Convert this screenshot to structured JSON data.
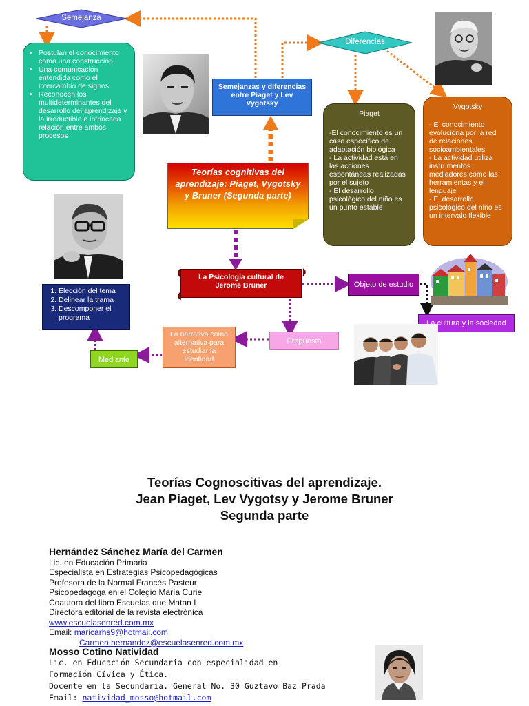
{
  "diagram": {
    "semejanza": "Semejanza",
    "diferencias": "Diferencias",
    "semejanzas_box": [
      "Postulan el conocimiento como una construcción.",
      "Una comunicación entendida como el intercambio de signos.",
      "Reconocen los multideterminantes del desarrollo del aprendizaje y la irreductible e intrincada relación entre ambos procesos"
    ],
    "semejanzas_diferencias": "Semejanzas y diferencias entre Piaget y Lev Vygotsky",
    "piaget_title": "Piaget",
    "piaget_text": "-El conocimiento es un caso específico de adaptación biológica\n- La actividad está en las acciones espontáneas realizadas por el sujeto\n- El desarrollo psicológico del niño es un punto estable",
    "vygotsky_title": "Vygotsky",
    "vygotsky_text": "- El conocimiento evoluciona por la red de relaciones socioambientales\n- La actividad utiliza instrumentos mediadores como las herramientas y el lenguaje\n- El desarrollo psicológico del niño es un intervalo flexible",
    "teorias": "Teorías cognitivas del aprendizaje: Piaget, Vygotsky y Bruner (Segunda parte)",
    "bruner": "La Psicología cultural de Jerome Bruner",
    "objeto": "Objeto de estudio",
    "cultura": "La cultura y la sociedad",
    "propuesta": "Propuesta",
    "narrativa": "La narrativa como alternativa para estudiar la identidad",
    "mediante": "Mediante",
    "list_items": [
      "Elección del tema",
      "Delinear la trama",
      "Descomponer el programa"
    ]
  },
  "document": {
    "title_lines": [
      "Teorías Cognoscitivas del aprendizaje.",
      "Jean Piaget, Lev Vygotsy y Jerome Bruner",
      "Segunda parte"
    ],
    "author1": {
      "name": "Hernández Sánchez María del Carmen",
      "lines": [
        "Lic. en Educación Primaria",
        "Especialista en Estrategias Psicopedagógicas",
        "Profesora de la Normal Francés Pasteur",
        "Psicopedagoga en el Colegio María Curie",
        "Coautora del libro Escuelas que Matan I",
        "Directora editorial de la revista electrónica"
      ],
      "website": "www.escuelasenred.com.mx",
      "email_label": "Email: ",
      "email1": "maricarhs9@hotmail.com",
      "email2": "Carmen.hernandez@escuelasenred.com.mx"
    },
    "author2": {
      "name": "Mosso Cotino Natividad",
      "lines": [
        "Lic. en Educación Secundaria con especialidad en",
        "Formación Cívica y Ética.",
        "Docente en la Secundaria. General No. 30 Guztavo Baz Prada"
      ],
      "email_label": "Email: ",
      "email": "natividad_mosso@hotmail.com"
    }
  },
  "colors": {
    "arrow_orange": "#f07a1a",
    "arrow_purple": "#8a1a9a",
    "diamond_blue": "#6a6ee0",
    "diamond_teal": "#33c9c3"
  }
}
